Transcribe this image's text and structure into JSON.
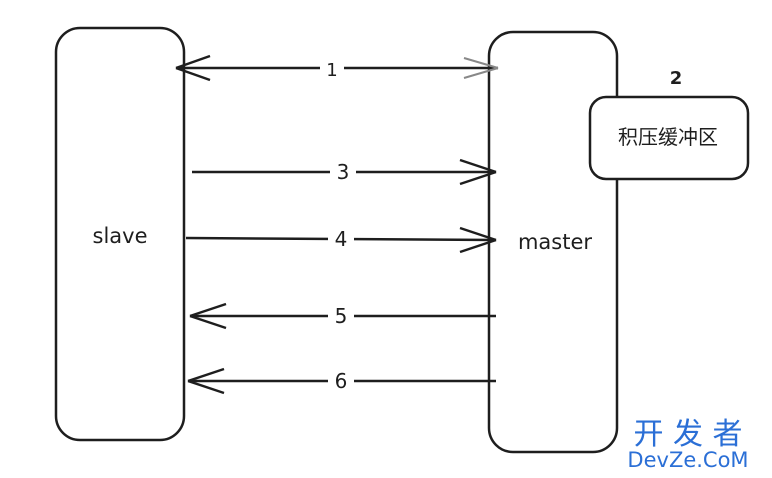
{
  "nodes": {
    "slave": "slave",
    "master": "master",
    "buffer": "积压缓冲区",
    "buffer_step": "2"
  },
  "arrows": {
    "a1": "1",
    "a3": "3",
    "a4": "4",
    "a5": "5",
    "a6": "6"
  },
  "watermark": {
    "cn": "开 发 者",
    "en": "DevZe.CoM"
  },
  "colors": {
    "stroke": "#1e1e1e",
    "watermark": "#2b6fd6"
  }
}
